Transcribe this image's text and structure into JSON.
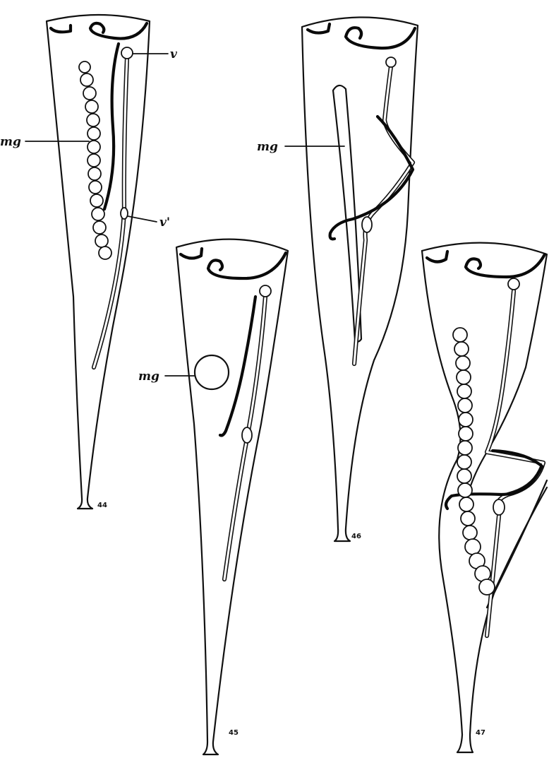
{
  "figures": [
    {
      "number": "44",
      "labels": {
        "mg": "mg",
        "v": "v",
        "v_prime": "v'"
      }
    },
    {
      "number": "45",
      "labels": {
        "mg": "mg"
      }
    },
    {
      "number": "46",
      "labels": {
        "mg": "mg"
      }
    },
    {
      "number": "47",
      "labels": {}
    }
  ]
}
